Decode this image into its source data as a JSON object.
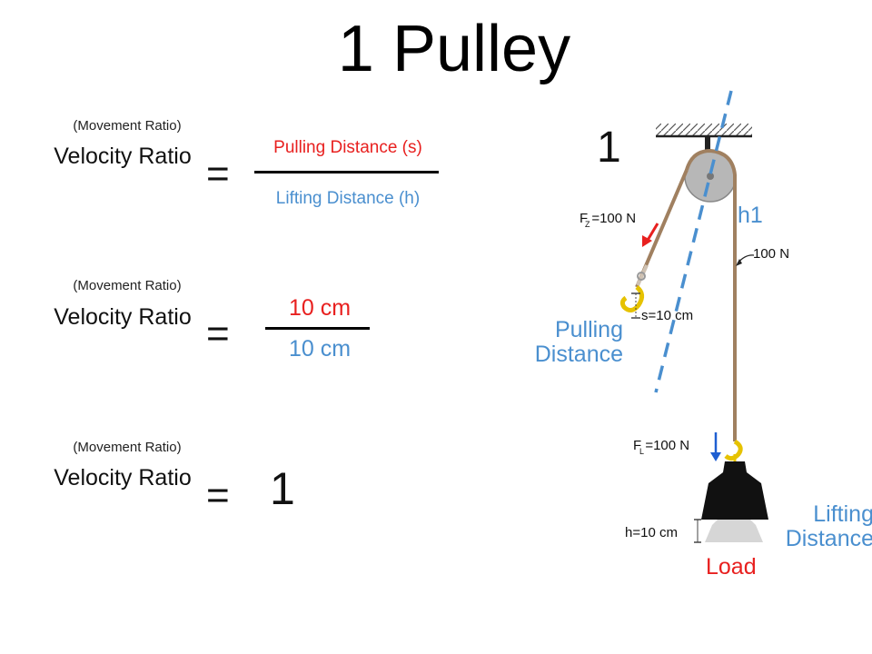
{
  "title": "1 Pulley",
  "rows": [
    {
      "movement_label": "(Movement Ratio)",
      "velocity_ratio": "Velocity Ratio",
      "equals": "=",
      "numerator": "Pulling Distance (s)",
      "denominator": "Lifting Distance (h)"
    },
    {
      "movement_label": "(Movement Ratio)",
      "velocity_ratio": "Velocity Ratio",
      "equals": "=",
      "numerator": "10 cm",
      "denominator": "10 cm"
    },
    {
      "movement_label": "(Movement Ratio)",
      "velocity_ratio": "Velocity Ratio",
      "equals": "=",
      "result": "1"
    }
  ],
  "diagram": {
    "pulley_count": "1",
    "force_pull": "F  =100 N",
    "force_pull_sub": "Z",
    "rope_tension": "100 N",
    "pull_distance": "s=10 cm",
    "force_load": "F  =100 N",
    "force_load_sub": "L",
    "lift_distance": "h=10 cm",
    "h1_label": "h1",
    "pulling_distance_label": "Pulling Distance",
    "lifting_distance_label": "Lifting Distance",
    "load_label": "Load"
  },
  "colors": {
    "red": "#e8201f",
    "blue": "#4a8fcf",
    "rope": "#a08060"
  }
}
